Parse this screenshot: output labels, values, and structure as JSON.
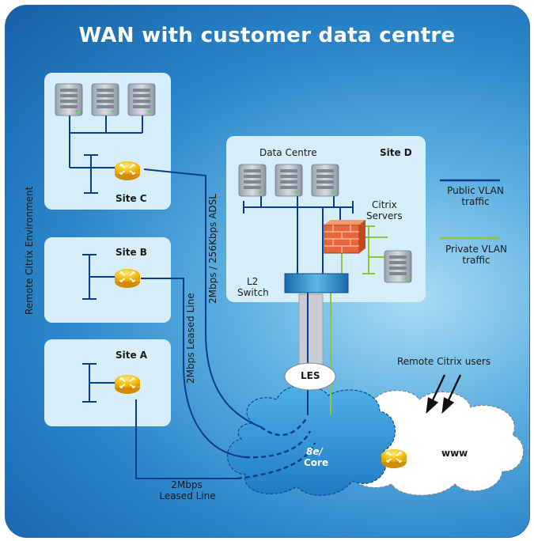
{
  "title": "WAN with customer data centre",
  "sites": {
    "site_a": "Site A",
    "site_b": "Site B",
    "site_c": "Site C",
    "site_d": "Site D"
  },
  "data_centre": "Data Centre",
  "citrix_servers": [
    "Citrix",
    "Servers"
  ],
  "l2_switch": [
    "L2",
    "Switch"
  ],
  "les": "LES",
  "core": [
    "8e/",
    "Core"
  ],
  "www": "www",
  "remote_users": "Remote Citrix users",
  "remote_env": "Remote Citrix Environment",
  "links": {
    "site_c_link": "2Mbps / 256Kbps ADSL",
    "site_b_link": "2Mbps Leased Line",
    "site_a_link": [
      "2Mbps",
      "Leased Line"
    ]
  },
  "legend": {
    "public": [
      "Public VLAN",
      "traffic"
    ],
    "private": [
      "Private VLAN",
      "traffic"
    ],
    "public_color": "#0a3d8f",
    "private_color": "#8cc63f"
  }
}
